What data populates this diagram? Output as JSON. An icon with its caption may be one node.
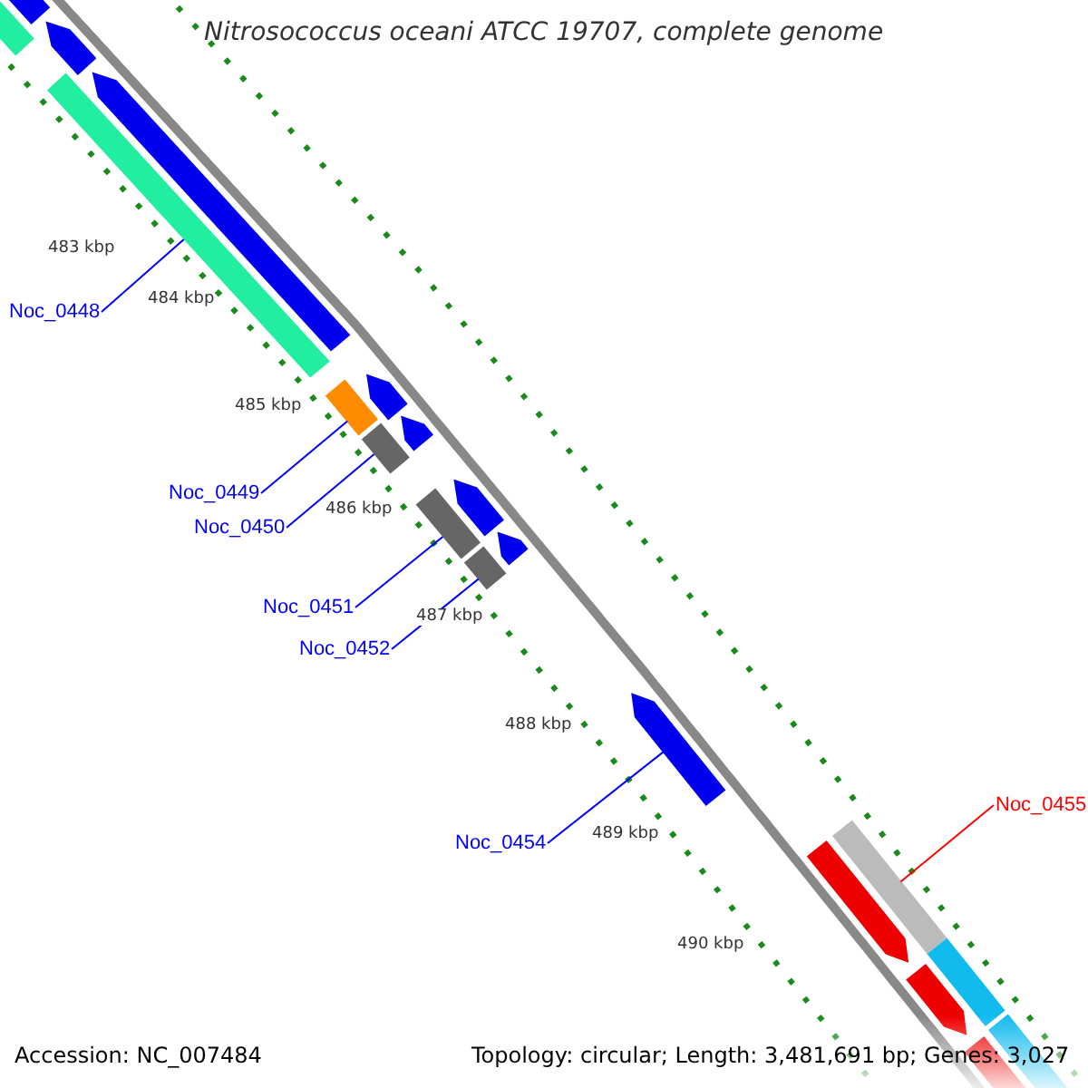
{
  "diagram": {
    "title": "Nitrosococcus oceani ATCC 19707, complete genome",
    "nodes": [
      {
        "text": [
          "Noc_0448"
        ]
      },
      {
        "text": [],
        "shape": "bar"
      },
      {
        "text": [
          "Noc_0449"
        ]
      },
      {
        "text": [],
        "shape": "bar"
      },
      {
        "text": [
          "Noc_0450"
        ]
      },
      {
        "text": [],
        "shape": "bar"
      },
      {
        "text": [
          "Noc_0451"
        ]
      },
      {
        "text": [],
        "shape": "bar"
      },
      {
        "text": [
          "Noc_0452"
        ]
      },
      {
        "text": [],
        "shape": "bar"
      },
      {
        "text": [
          "Noc_0454"
        ]
      },
      {
        "text": [],
        "shape": "bar"
      },
      {
        "text": [
          "Noc_0455"
        ]
      },
      {
        "text": [],
        "shape": "bar"
      }
    ],
    "edges": [
      {
        "from": 0,
        "to": 1,
        "arrow": "none"
      },
      {
        "from": 2,
        "to": 3,
        "arrow": "none"
      },
      {
        "from": 4,
        "to": 5,
        "arrow": "none"
      },
      {
        "from": 6,
        "to": 7,
        "arrow": "none"
      },
      {
        "from": 8,
        "to": 9,
        "arrow": "none"
      },
      {
        "from": 10,
        "to": 11,
        "arrow": "none"
      },
      {
        "from": 12,
        "to": 13,
        "arrow": "none",
        "color": "#ff0000"
      }
    ],
    "labels": [
      "483 kbp",
      "484 kbp",
      "485 kbp",
      "486 kbp",
      "487 kbp",
      "488 kbp",
      "489 kbp",
      "490 kbp",
      "Accession: NC_007484",
      "Topology: circular; Length: 3,481,691 bp; Genes: 3,027"
    ]
  }
}
